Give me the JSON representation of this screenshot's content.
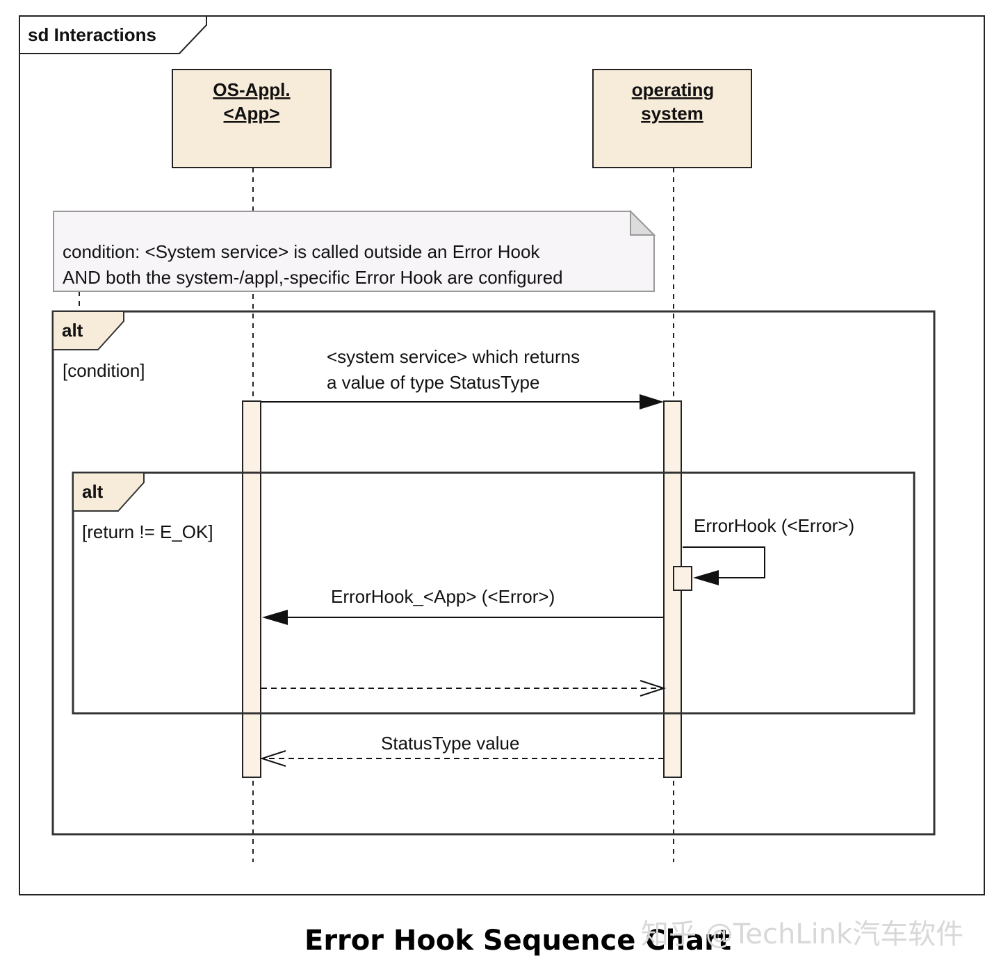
{
  "frame": {
    "title": "sd Interactions"
  },
  "lifelines": [
    {
      "id": "app",
      "lines": [
        "OS-Appl.",
        "<App>"
      ]
    },
    {
      "id": "os",
      "lines": [
        "operating",
        "system"
      ]
    }
  ],
  "note": {
    "line1": "condition:   <System service> is called outside an Error Hook",
    "line2": "AND both the system-/appl,-specific Error Hook are configured"
  },
  "outer_alt": {
    "operator": "alt",
    "guard": "[condition]"
  },
  "inner_alt": {
    "operator": "alt",
    "guard": "[return != E_OK]"
  },
  "messages": {
    "call_line1": "<system service> which returns",
    "call_line2": "a value of type StatusType",
    "self_call": "ErrorHook (<Error>)",
    "app_hook": "ErrorHook_<App> (<Error>)",
    "return_value": "StatusType value"
  },
  "caption": "Error Hook Sequence Chart",
  "watermark": "知乎 @TechLink汽车软件",
  "colors": {
    "lifeline_fill": "#f7ebd9",
    "activation_fill": "#fbf1e4",
    "note_fill": "#f7f5f8",
    "line": "#111111"
  }
}
